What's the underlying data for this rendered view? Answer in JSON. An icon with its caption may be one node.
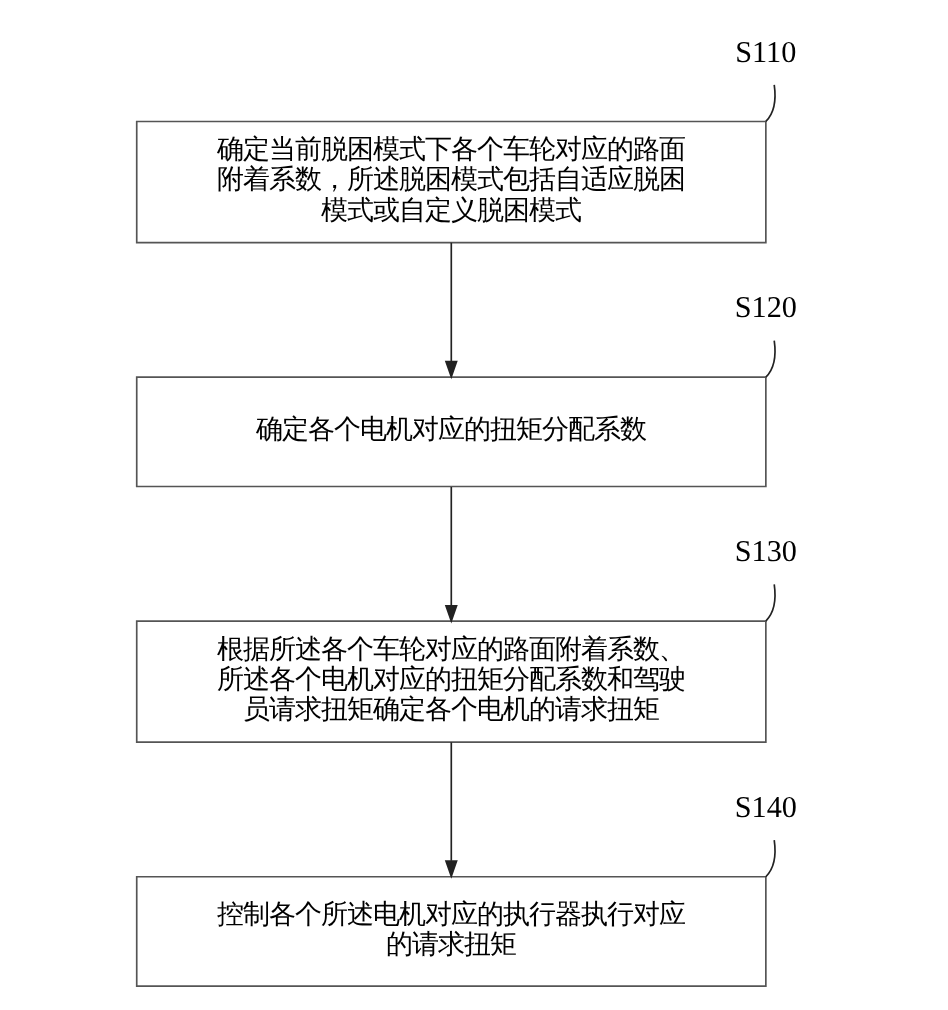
{
  "diagram": {
    "nodes": [
      {
        "text": [
          "S110"
        ]
      },
      {
        "text": [
          "确定当前脱困模式下各个车轮对应的路面附着系数，所述脱困模式包括自适应脱困模式或自定义脱困模式"
        ]
      },
      {
        "text": [
          "S120"
        ]
      },
      {
        "text": [
          "确定各个电机对应的扭矩分配系数"
        ]
      },
      {
        "text": [
          "S130"
        ]
      },
      {
        "text": [
          "根据所述各个车轮对应的路面附着系数、所述各个电机对应的扭矩分配系数和驾驶员请求扭矩确定各个电机的请求扭矩"
        ]
      },
      {
        "text": [
          "S140"
        ]
      },
      {
        "text": [
          "控制各个所述电机对应的执行器执行对应的请求扭矩"
        ]
      }
    ],
    "edges": [
      {
        "from": 0,
        "to": 1,
        "arrow": "none"
      },
      {
        "from": 1,
        "to": 3,
        "arrow": "to"
      },
      {
        "from": 2,
        "to": 3,
        "arrow": "none"
      },
      {
        "from": 3,
        "to": 5,
        "arrow": "to"
      },
      {
        "from": 4,
        "to": 5,
        "arrow": "none"
      },
      {
        "from": 5,
        "to": 7,
        "arrow": "to"
      },
      {
        "from": 6,
        "to": 7,
        "arrow": "none"
      }
    ]
  }
}
